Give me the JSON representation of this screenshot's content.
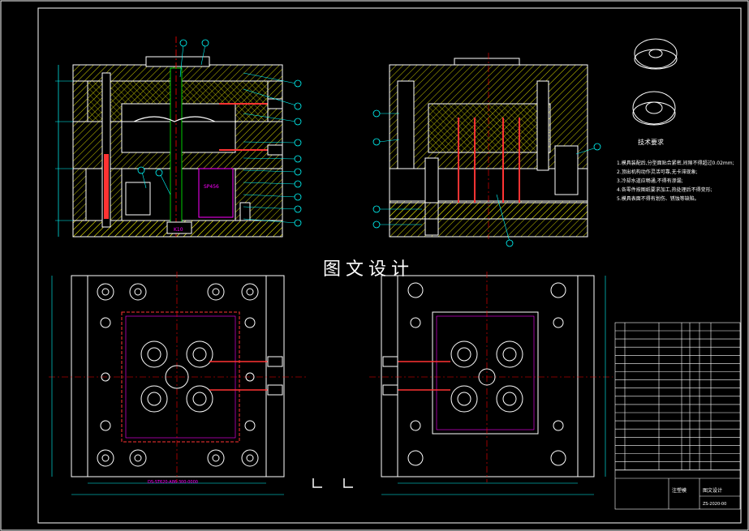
{
  "watermark": "图文设计",
  "technical_requirements": {
    "title": "技术要求",
    "lines": [
      "1.模具装配后,分型面贴合紧密,间隙不得超过0.02mm;",
      "2.顶出机构动作灵活可靠,无卡滞现象;",
      "3.冷却水道应畅通,不得有渗漏;",
      "4.各零件按图纸要求加工,热处理后不得变形;",
      "5.模具表面不得有划伤、锈蚀等缺陷。"
    ]
  },
  "title_block": {
    "drawing_name": "注塑模",
    "company": "图文设计",
    "drawing_no": "ZS-2020-00"
  },
  "labels": {
    "spring_tag": "SP456",
    "base_tag": "K10",
    "bottom_part_no": "DS-ST620-A86-300-0000"
  },
  "colors": {
    "background": "#000000",
    "line": "#ffffff",
    "hatch": "#ffff00",
    "dim": "#00ffff",
    "center": "#ff0000",
    "accent": "#ff00ff",
    "pipe": "#ff3333",
    "green": "#00ff00"
  }
}
